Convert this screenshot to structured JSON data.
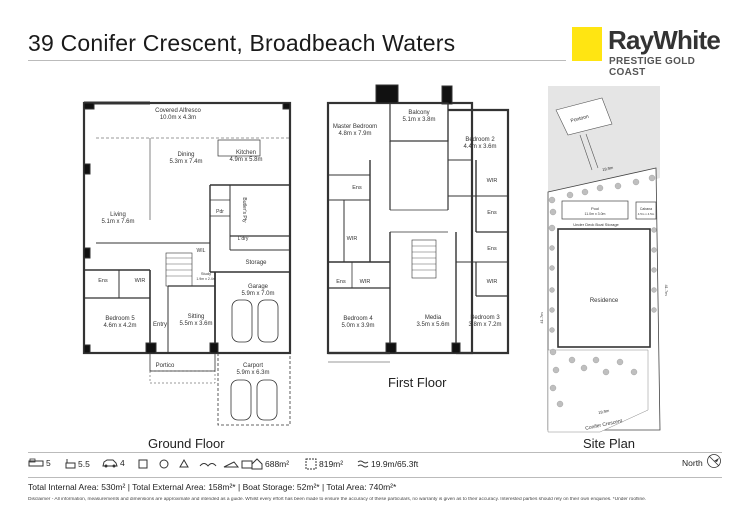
{
  "header": {
    "title": "39 Conifer Crescent, Broadbeach Waters"
  },
  "logo": {
    "brand": "RayWhite",
    "sub": "PRESTIGE GOLD COAST",
    "brand_color": "#ffe512"
  },
  "plans": {
    "ground_floor": {
      "label": "Ground Floor",
      "rooms": [
        {
          "name": "Covered Alfresco",
          "dims": "10.0m x 4.3m"
        },
        {
          "name": "Dining",
          "dims": "5.3m x 7.4m"
        },
        {
          "name": "Kitchen",
          "dims": "4.9m x 5.8m"
        },
        {
          "name": "Living",
          "dims": "5.1m x 7.6m"
        },
        {
          "name": "Butler's Pty",
          "dims": ""
        },
        {
          "name": "Pdr",
          "dims": ""
        },
        {
          "name": "L'dry",
          "dims": ""
        },
        {
          "name": "WIL",
          "dims": ""
        },
        {
          "name": "Storage",
          "dims": ""
        },
        {
          "name": "Garage",
          "dims": "5.9m x 7.0m"
        },
        {
          "name": "Ens",
          "dims": ""
        },
        {
          "name": "WIR",
          "dims": ""
        },
        {
          "name": "Study",
          "dims": "1.9m x 2.4m"
        },
        {
          "name": "Bedroom 5",
          "dims": "4.6m x 4.2m"
        },
        {
          "name": "Sitting",
          "dims": "5.5m x 3.6m"
        },
        {
          "name": "Entry",
          "dims": ""
        },
        {
          "name": "Portico",
          "dims": ""
        },
        {
          "name": "Carport",
          "dims": "5.9m x 6.3m"
        }
      ]
    },
    "first_floor": {
      "label": "First Floor",
      "rooms": [
        {
          "name": "Balcony",
          "dims": "5.1m x 3.8m"
        },
        {
          "name": "Master Bedroom",
          "dims": "4.8m x 7.9m"
        },
        {
          "name": "Bedroom 2",
          "dims": "4.4m x 3.6m"
        },
        {
          "name": "Ens",
          "dims": ""
        },
        {
          "name": "WIR",
          "dims": ""
        },
        {
          "name": "Ens",
          "dims": ""
        },
        {
          "name": "WIR",
          "dims": ""
        },
        {
          "name": "Ens",
          "dims": ""
        },
        {
          "name": "WIR",
          "dims": ""
        },
        {
          "name": "Ens",
          "dims": ""
        },
        {
          "name": "WIR",
          "dims": ""
        },
        {
          "name": "Bedroom 4",
          "dims": "5.0m x 3.9m"
        },
        {
          "name": "Media",
          "dims": "3.5m x 5.6m"
        },
        {
          "name": "Bedroom 3",
          "dims": "3.8m x 7.2m"
        }
      ]
    },
    "site_plan": {
      "label": "Site Plan",
      "labels": {
        "pontoon": "Pontoon",
        "pool": "Pool",
        "pool_dims": "11.0m x 3.0m",
        "cabana": "Cabana",
        "cabana_dims": "4.5m x 4.5m",
        "boat_storage": "Under Deck Boat Storage",
        "residence": "Residence",
        "street": "Conifer Crescent",
        "dim_top": "19.9m",
        "dim_bottom": "19.9m",
        "dim_left": "41.7m",
        "dim_right": "41.7m"
      }
    }
  },
  "features": {
    "bedrooms": "5",
    "bathrooms": "5.5",
    "cars": "4",
    "internal_area": "688m²",
    "land_area": "819m²",
    "frontage": "19.9m/65.3ft"
  },
  "north_label": "North",
  "areas": {
    "internal": "Total Internal Area: 530m²",
    "external": "Total External Area: 158m²*",
    "boat": "Boat Storage: 52m²*",
    "total": "Total Area: 740m²*"
  },
  "disclaimer": "Disclaimer - All information, measurements and dimensions are approximate and intended as a guide. Whilst every effort has been made to ensure the accuracy of these particulars, no warranty is given as to their accuracy. Interested parties should rely on their own enquiries. *Under roofline."
}
